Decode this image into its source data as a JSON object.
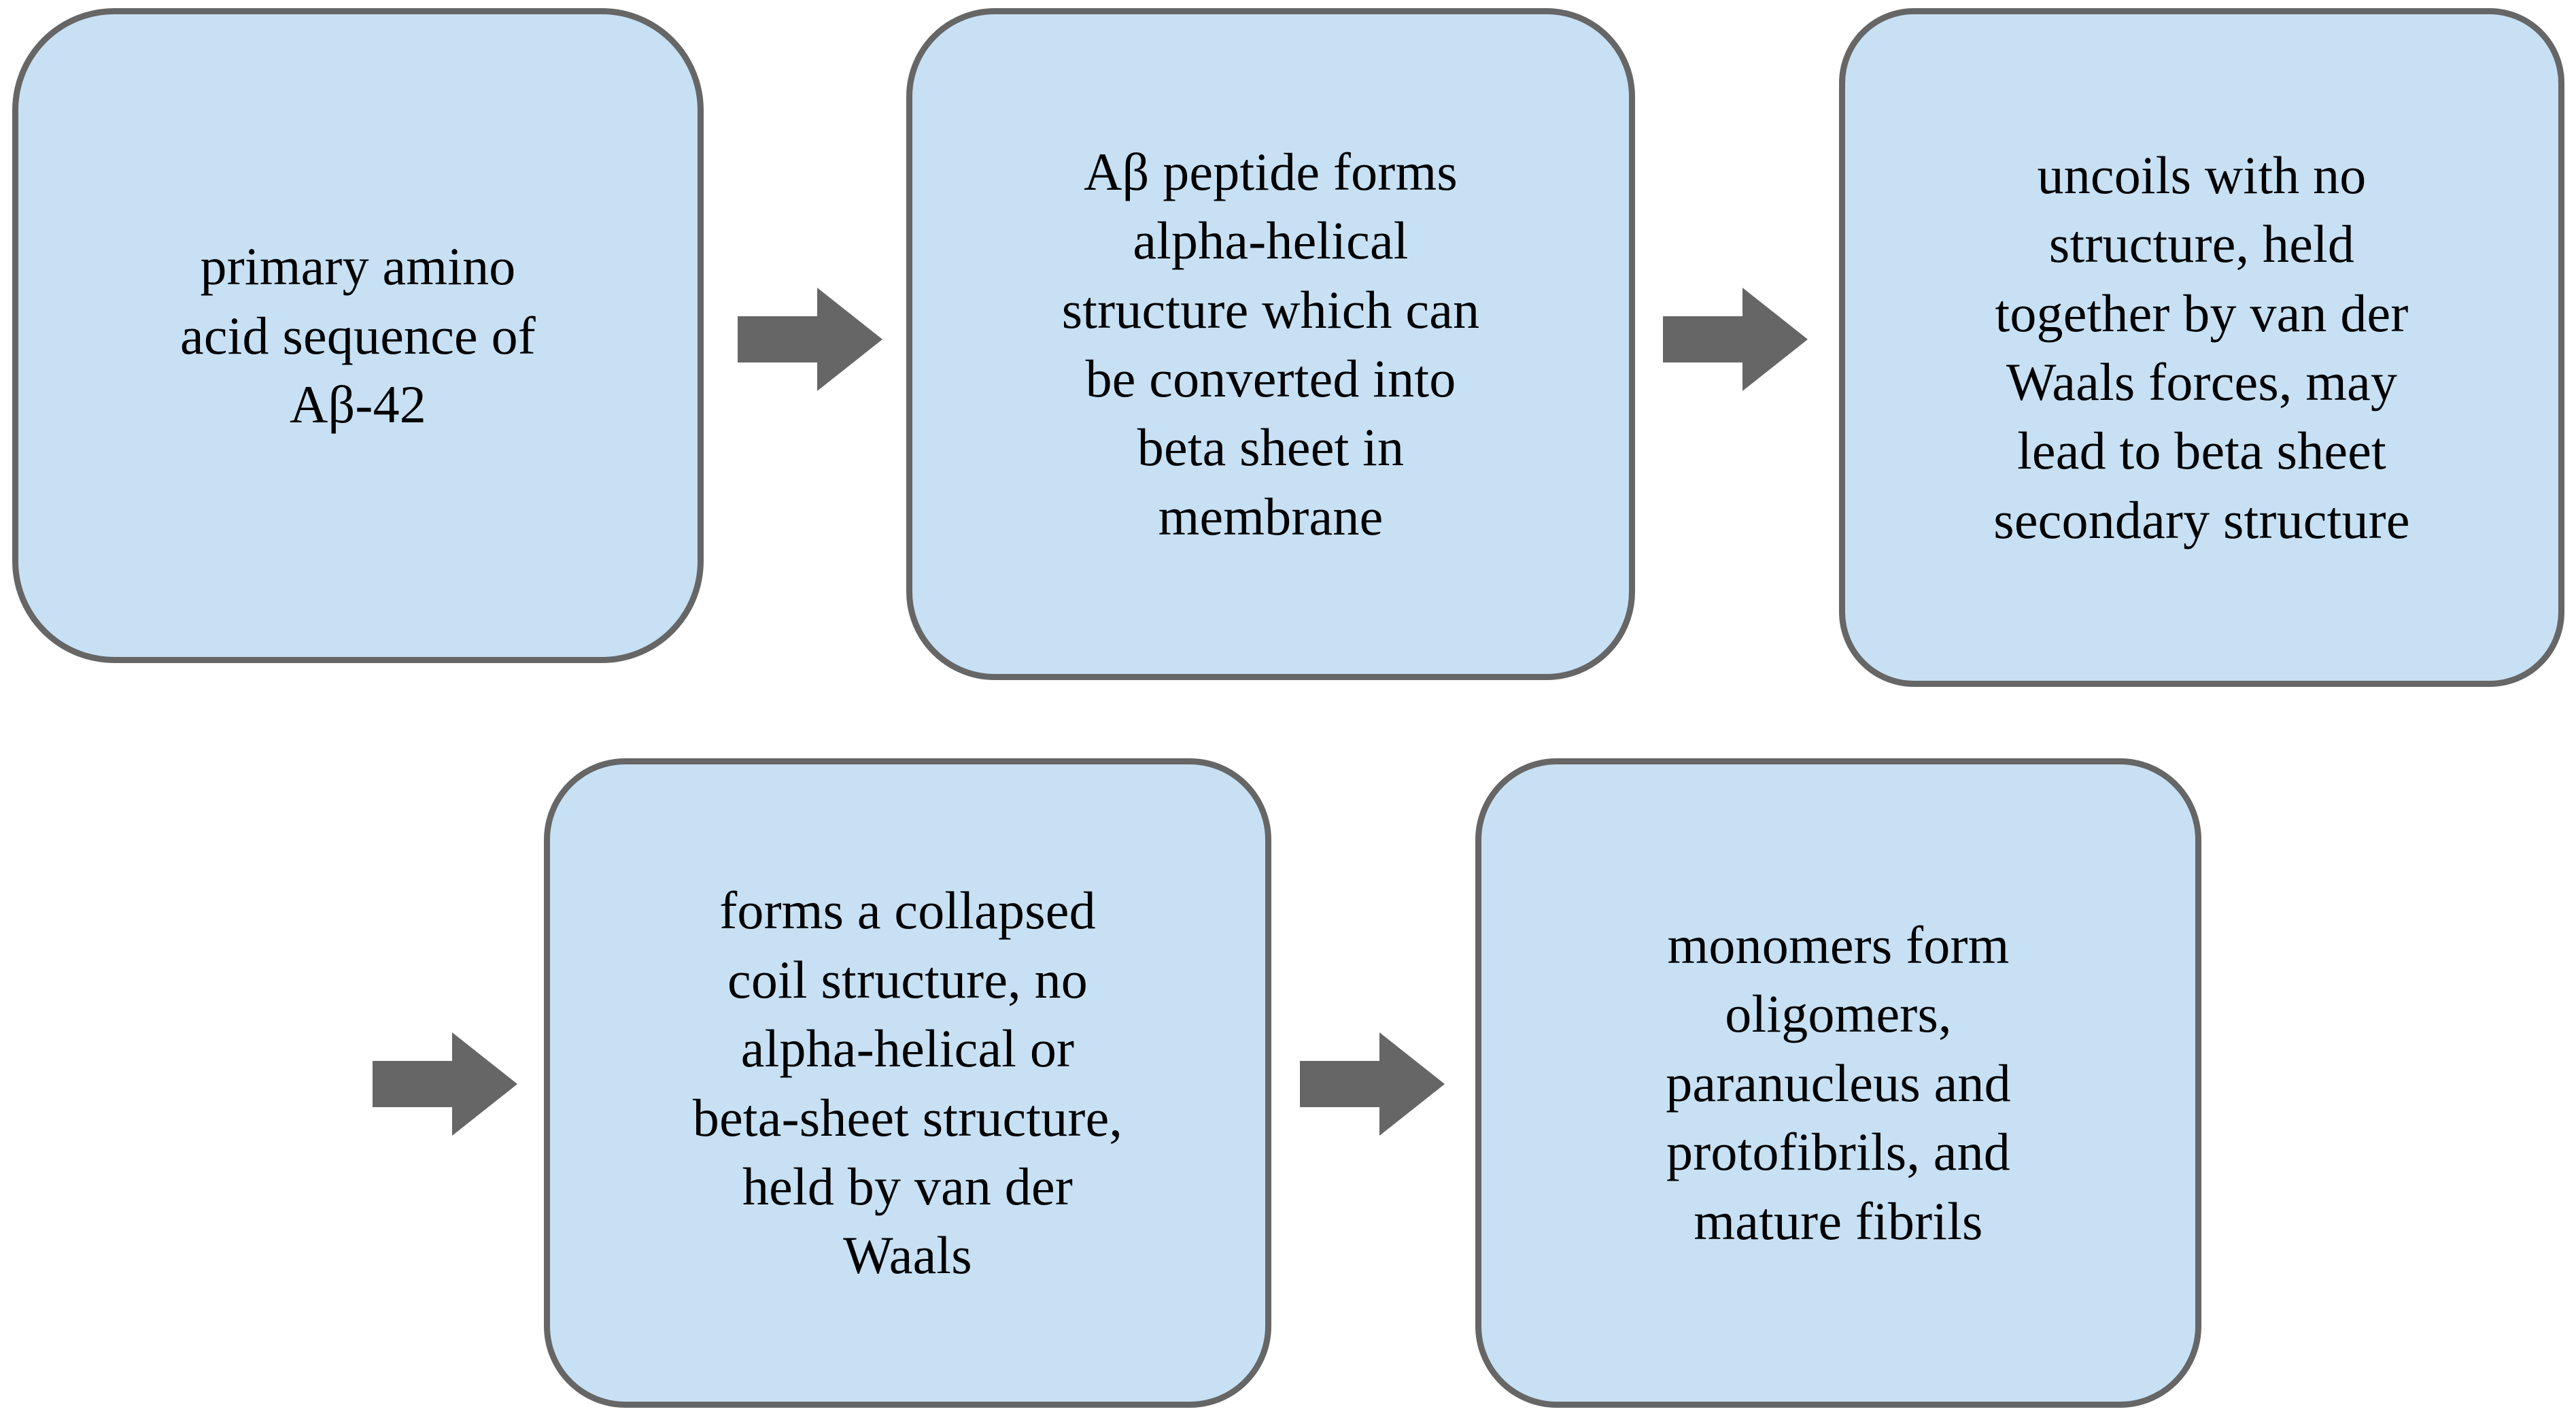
{
  "diagram": {
    "title": "Abeta-42 aggregation pathway flowchart",
    "background_color": "#ffffff",
    "node_fill_color": "#c7e0f4",
    "node_border_color": "#666666",
    "arrow_color": "#666666",
    "text_color": "#000000",
    "nodes": [
      {
        "id": "node-1",
        "order": 1,
        "text": "primary amino\nacid sequence of\nAβ-42",
        "lines": [
          "primary amino",
          "acid sequence of",
          "Aβ-42"
        ]
      },
      {
        "id": "node-2",
        "order": 2,
        "text": "Aβ peptide forms\nalpha-helical\nstructure which can\nbe converted into\nbeta sheet in\nmembrane",
        "lines": [
          "Aβ peptide forms",
          "alpha-helical",
          "structure which can",
          "be converted into",
          "beta sheet in",
          "membrane"
        ]
      },
      {
        "id": "node-3",
        "order": 3,
        "text": "uncoils with no\nstructure, held\ntogether by van der\nWaals forces, may\nlead to beta sheet\nsecondary structure",
        "lines": [
          "uncoils with no",
          "structure, held",
          "together by van der",
          "Waals forces, may",
          "lead to beta sheet",
          "secondary structure"
        ]
      },
      {
        "id": "node-4",
        "order": 4,
        "text": "forms a collapsed\ncoil structure, no\nalpha-helical or\nbeta-sheet structure,\nheld by van der\nWaals",
        "lines": [
          "forms a collapsed",
          "coil structure, no",
          "alpha-helical or",
          "beta-sheet structure,",
          "held by van der",
          "Waals"
        ]
      },
      {
        "id": "node-5",
        "order": 5,
        "text": "monomers form\noligomers,\nparanucleus and\nprotofibrils, and\nmature fibrils",
        "lines": [
          "monomers form",
          "oligomers,",
          "paranucleus and",
          "protofibrils, and",
          "mature fibrils"
        ]
      }
    ],
    "connectors": [
      {
        "id": "arrow-1",
        "icon": "arrow-right-icon",
        "from": "node-1",
        "to": "node-2",
        "direction": "right"
      },
      {
        "id": "arrow-2",
        "icon": "arrow-right-icon",
        "from": "node-2",
        "to": "node-3",
        "direction": "right"
      },
      {
        "id": "arrow-3",
        "icon": "arrow-right-icon",
        "from": "node-3",
        "to": "node-4",
        "direction": "right"
      },
      {
        "id": "arrow-4",
        "icon": "arrow-right-icon",
        "from": "node-4",
        "to": "node-5",
        "direction": "right"
      }
    ]
  }
}
